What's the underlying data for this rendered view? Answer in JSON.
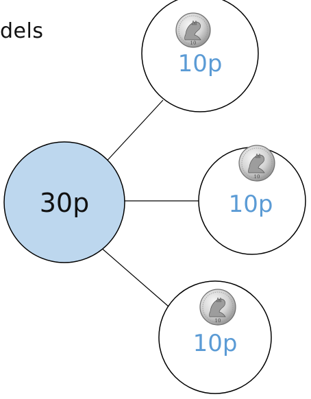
{
  "header": {
    "title_fragment": "dels"
  },
  "colors": {
    "whole_fill": "#bdd7ee",
    "part_fill": "#ffffff",
    "outline": "#000000",
    "part_text": "#5b9bd5",
    "whole_text": "#111111"
  },
  "whole": {
    "label": "30p"
  },
  "parts": [
    {
      "label": "10p",
      "icon": "ten-pence-coin-icon"
    },
    {
      "label": "10p",
      "icon": "ten-pence-coin-icon"
    },
    {
      "label": "10p",
      "icon": "ten-pence-coin-icon"
    }
  ]
}
